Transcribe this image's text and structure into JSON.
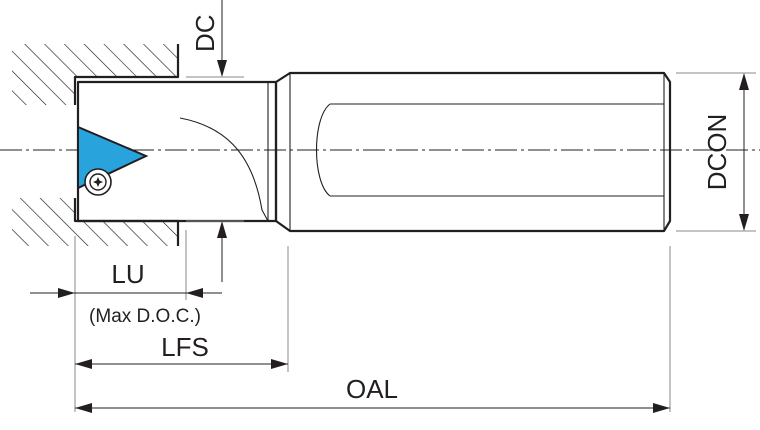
{
  "labels": {
    "dc": "DC",
    "dcon": "DCON",
    "lu": "LU",
    "max_doc": "(Max D.O.C.)",
    "lfs": "LFS",
    "oal": "OAL"
  },
  "colors": {
    "line": "#231f20",
    "insert_fill": "#29a3dc",
    "hatch": "#231f20",
    "extension": "#8a8a8a"
  },
  "icons": {
    "insert_screw": "torx-screw-icon"
  }
}
